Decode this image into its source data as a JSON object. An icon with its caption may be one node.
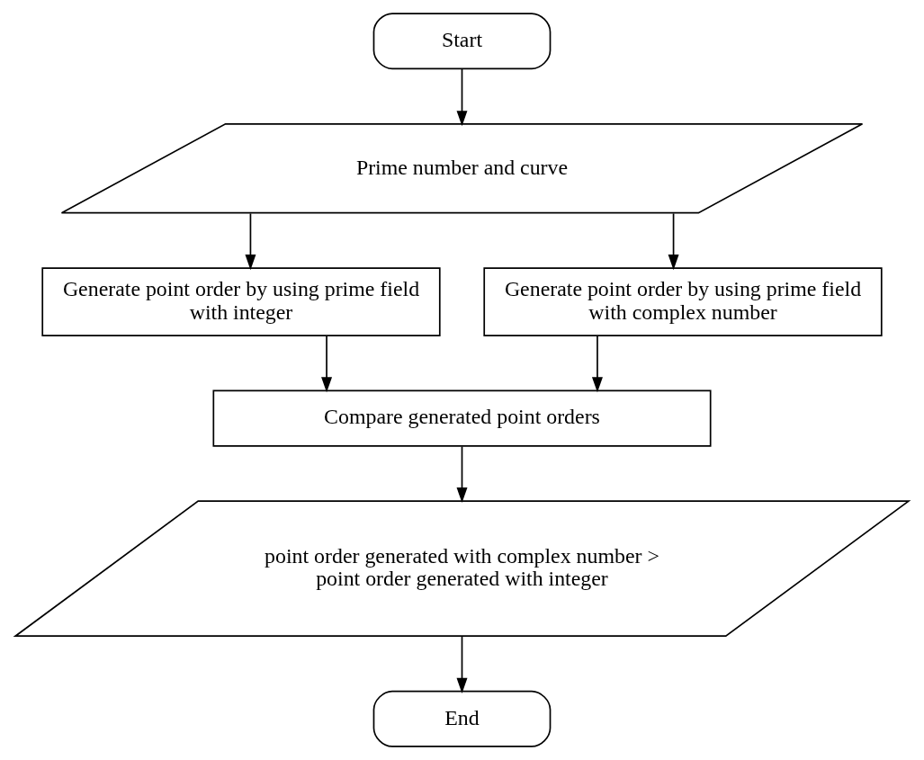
{
  "diagram": {
    "nodes": [
      {
        "text": [
          "Start"
        ]
      },
      {
        "text": [
          "Prime number and curve"
        ]
      },
      {
        "text": [
          "Generate point order by using prime field with integer"
        ]
      },
      {
        "text": [
          "Generate point order by using prime field with complex number"
        ]
      },
      {
        "text": [
          "Compare generated point orders"
        ]
      },
      {
        "text": [
          "point order generated with complex number > point order generated with integer"
        ]
      },
      {
        "text": [
          "End"
        ]
      }
    ],
    "edges": [
      {
        "from": 0,
        "to": 1,
        "arrow": "to"
      },
      {
        "from": 1,
        "to": 2,
        "arrow": "to"
      },
      {
        "from": 1,
        "to": 3,
        "arrow": "to"
      },
      {
        "from": 2,
        "to": 4,
        "arrow": "to"
      },
      {
        "from": 3,
        "to": 4,
        "arrow": "to"
      },
      {
        "from": 4,
        "to": 5,
        "arrow": "to"
      },
      {
        "from": 5,
        "to": 6,
        "arrow": "to"
      }
    ]
  }
}
